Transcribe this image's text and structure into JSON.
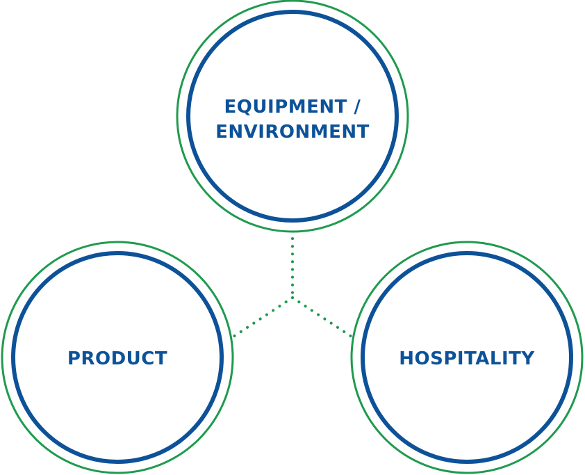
{
  "colors": {
    "outer_ring": "#1f9a4f",
    "inner_ring": "#0d5298",
    "label": "#0d5298",
    "connector": "#1f9a4f",
    "background": "#ffffff"
  },
  "nodes": {
    "top": {
      "line1": "EQUIPMENT /",
      "line2": "ENVIRONMENT"
    },
    "left": {
      "label": "PRODUCT"
    },
    "right": {
      "label": "HOSPITALITY"
    }
  }
}
